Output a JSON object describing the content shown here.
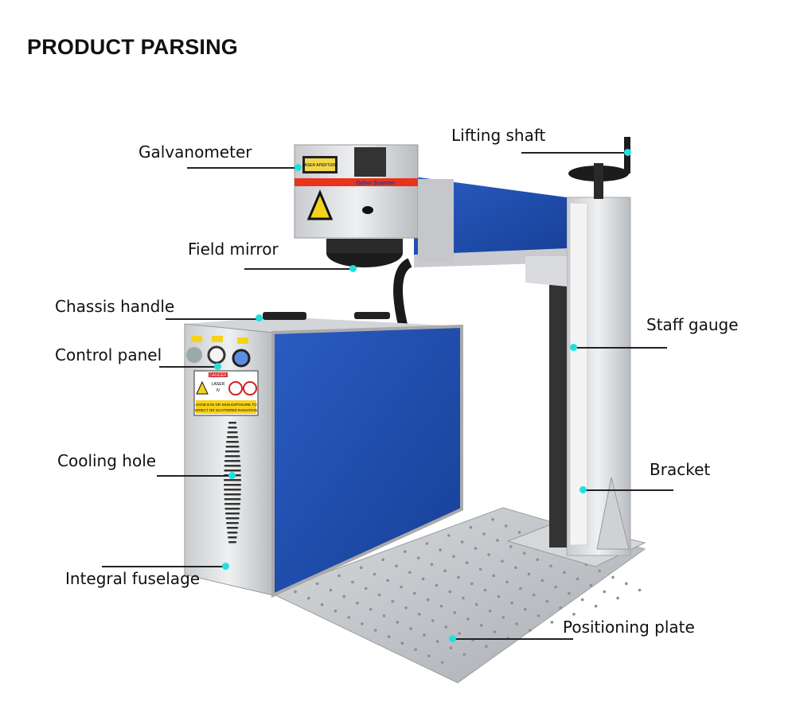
{
  "title": "PRODUCT PARSING",
  "labels": {
    "galvanometer": "Galvanometer",
    "lifting_shaft": "Lifting shaft",
    "field_mirror": "Field mirror",
    "chassis_handle": "Chassis handle",
    "control_panel": "Control panel",
    "staff_gauge": "Staff gauge",
    "cooling_hole": "Cooling hole",
    "bracket": "Bracket",
    "integral_fuselage": "Integral fuselage",
    "positioning_plate": "Positioning plate"
  },
  "machine_text": {
    "galvo_brand": "Galvo Scanner",
    "aperture": "LASER APERTURE",
    "danger": "DANGER",
    "laser": "LASER",
    "class": "IV",
    "warning_line1": "AVOID EYE OR SKIN EXPOSURE TO",
    "warning_line2": "DIRECT OR SCATTERED RADIATION"
  },
  "colors": {
    "accent_dot": "#1fe0e0",
    "panel_blue": "#1f4fb0",
    "stripe_red": "#e8341c"
  }
}
